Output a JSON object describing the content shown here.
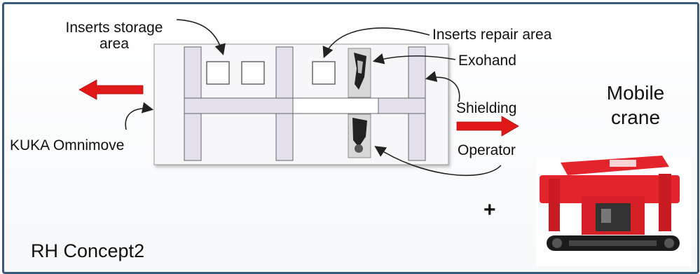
{
  "diagram": {
    "title": "RH Concept2",
    "labels": {
      "inserts_storage": "Inserts storage\narea",
      "inserts_repair": "Inserts repair area",
      "exohand": "Exohand",
      "shielding": "Shielding",
      "operator": "Operator",
      "kuka": "KUKA Omnimove",
      "mobile_crane": "Mobile\ncrane",
      "plus": "+"
    },
    "colors": {
      "frame": "#3a5a7a",
      "platform_fill": "#f7f7f9",
      "shield_fill": "#e4e0ee",
      "arrow_red": "#e01818",
      "crane_red": "#e4242c"
    },
    "icons": [
      "left-arrow-icon",
      "right-arrow-icon",
      "mobile-crane-icon",
      "exohand-operator-icon"
    ]
  }
}
